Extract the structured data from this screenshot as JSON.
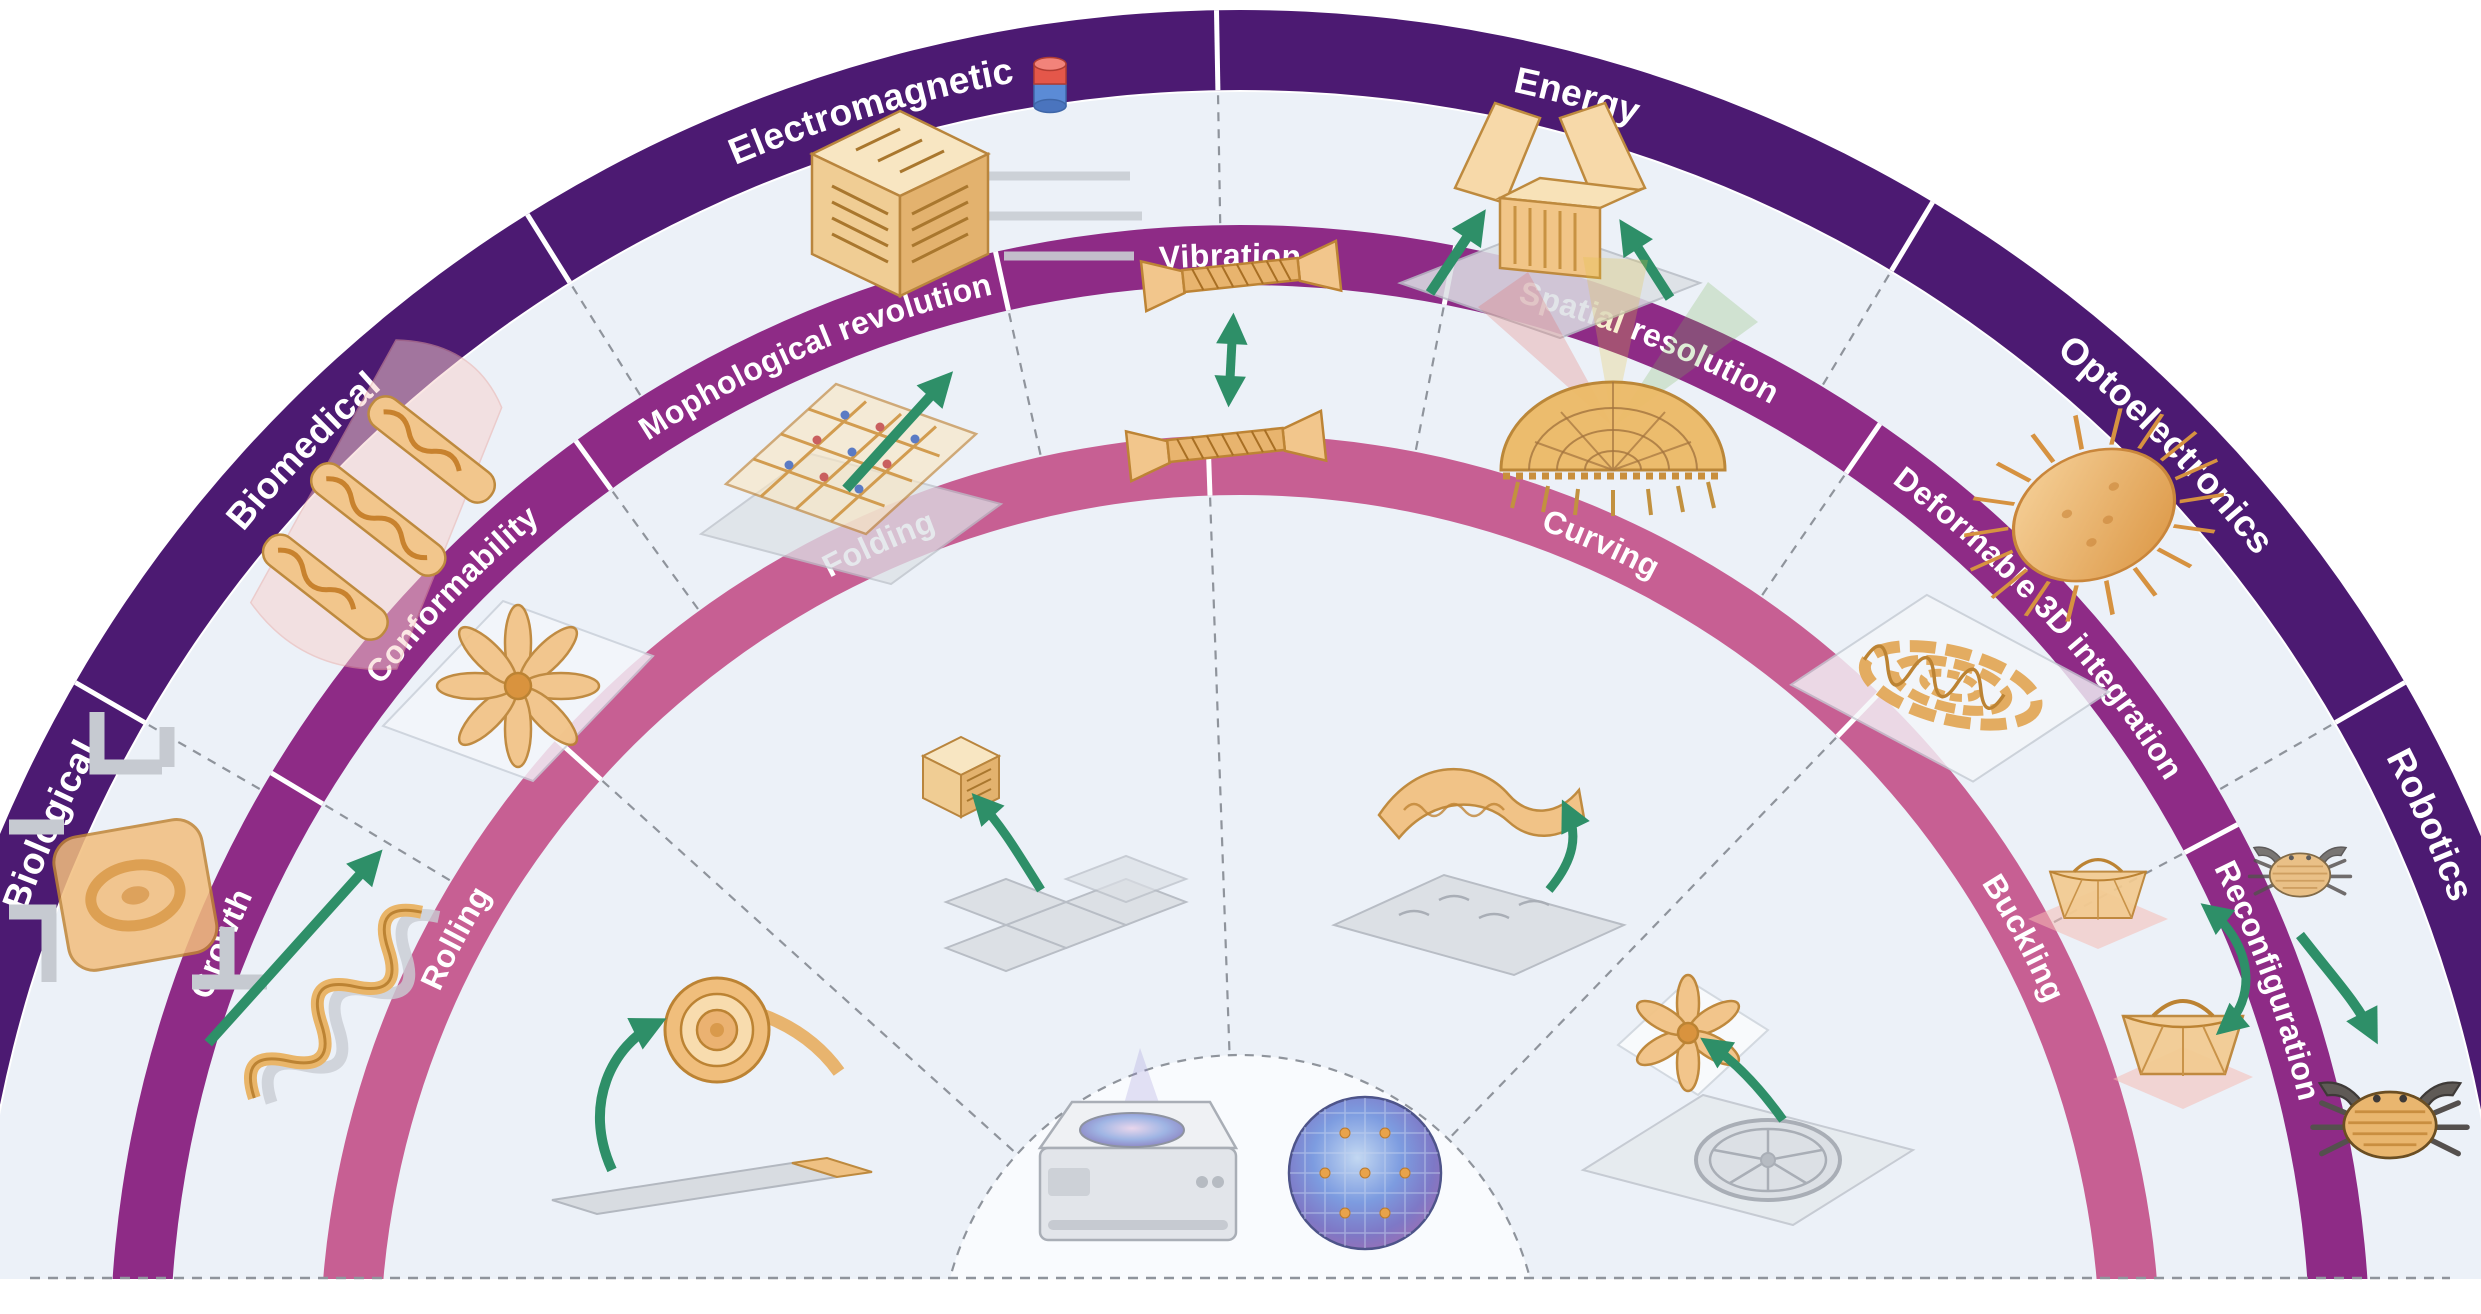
{
  "rings": {
    "outer": {
      "name": "applications-ring",
      "color": "#4C1A72",
      "label_color": "#FFFFFF",
      "segments": [
        {
          "label": "Biological",
          "illustration": "circuit-traces-with-cell-scaffold-cube"
        },
        {
          "label": "Biomedical",
          "illustration": "nerve-wrapped-serpentine-ribbon"
        },
        {
          "label": "Electromagnetic",
          "illustration": "3d-antenna-chip-with-capacitor"
        },
        {
          "label": "Energy",
          "illustration": "folded-energy-harvester-with-arrows"
        },
        {
          "label": "Optoelectronics",
          "illustration": "hemispherical-compound-eye"
        },
        {
          "label": "Robotics",
          "illustration": "crab-shaped-microrobots"
        }
      ]
    },
    "middle": {
      "name": "capabilities-ring",
      "color": "#8E2B86",
      "label_color": "#FFFFFF",
      "segments": [
        {
          "label": "Growth",
          "illustration": "stretched-serpentine-coil"
        },
        {
          "label": "Conformability",
          "illustration": "petal-wheel-membrane"
        },
        {
          "label": "Mophological revolution",
          "illustration": "reconfigurable-mesh-sheet"
        },
        {
          "label": "Vibration",
          "illustration": "paired-mems-resonators"
        },
        {
          "label": "Spatial resolution",
          "illustration": "dome-detector-with-light-rays"
        },
        {
          "label": "Deformable 3D integration",
          "illustration": "ruffled-ribbon-disc"
        },
        {
          "label": "Reconfiguration",
          "illustration": "folding-basket-pair"
        }
      ]
    },
    "inner": {
      "name": "deformation-ring",
      "color": "#C75F93",
      "label_color": "#FFFFFF",
      "segments": [
        {
          "label": "Rolling",
          "illustration": "rolled-film-coil"
        },
        {
          "label": "Folding",
          "illustration": "origami-cube-from-net"
        },
        {
          "label": "Curving",
          "illustration": "bent-film-sheet"
        },
        {
          "label": "Buckling",
          "illustration": "buckled-petal-structure-with-wheel"
        }
      ]
    }
  },
  "center": {
    "illustration": "wafer-lithography-tool-and-wafer"
  },
  "colors": {
    "background": "#FFFFFF",
    "zone_fill": "#ECF1F8",
    "center_fill": "#F9FBFE",
    "outer_ring": "#4C1A72",
    "middle_ring": "#8E2B86",
    "inner_ring": "#C75F93",
    "arrow_green": "#2E8F68",
    "structure_tan": "#F0BE7C",
    "structure_outline": "#BC8333",
    "gray_structure": "#D8DCE1",
    "dashed_line": "#8F949C",
    "wafer_blue": "#7D9CE0",
    "wafer_purple": "#9A6FB5"
  }
}
